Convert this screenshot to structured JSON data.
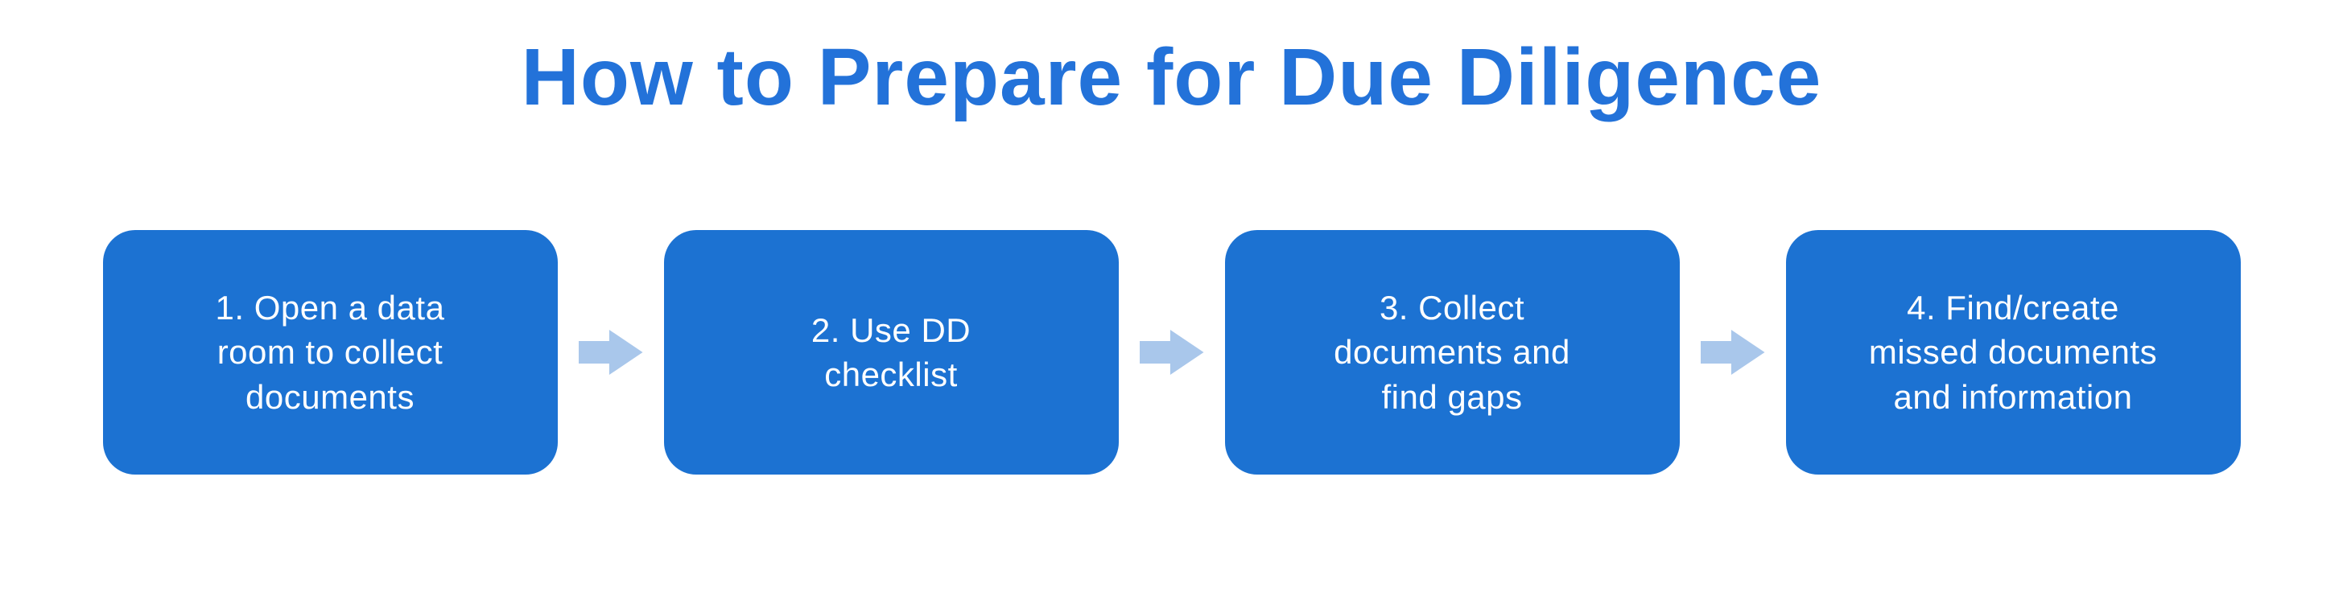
{
  "title": "How to Prepare for Due Diligence",
  "steps": [
    {
      "label": "1. Open a data\nroom to collect\ndocuments"
    },
    {
      "label": "2. Use DD\nchecklist"
    },
    {
      "label": "3. Collect\ndocuments and\nfind gaps"
    },
    {
      "label": "4. Find/create\nmissed documents\nand information"
    }
  ],
  "icons": {
    "between_steps": "arrow-right-icon"
  },
  "colors": {
    "title_text": "#2372D9",
    "box_fill": "#1C72D2",
    "box_text": "#FFFFFF",
    "arrow_fill": "#A9C7EB",
    "background": "#FFFFFF"
  }
}
